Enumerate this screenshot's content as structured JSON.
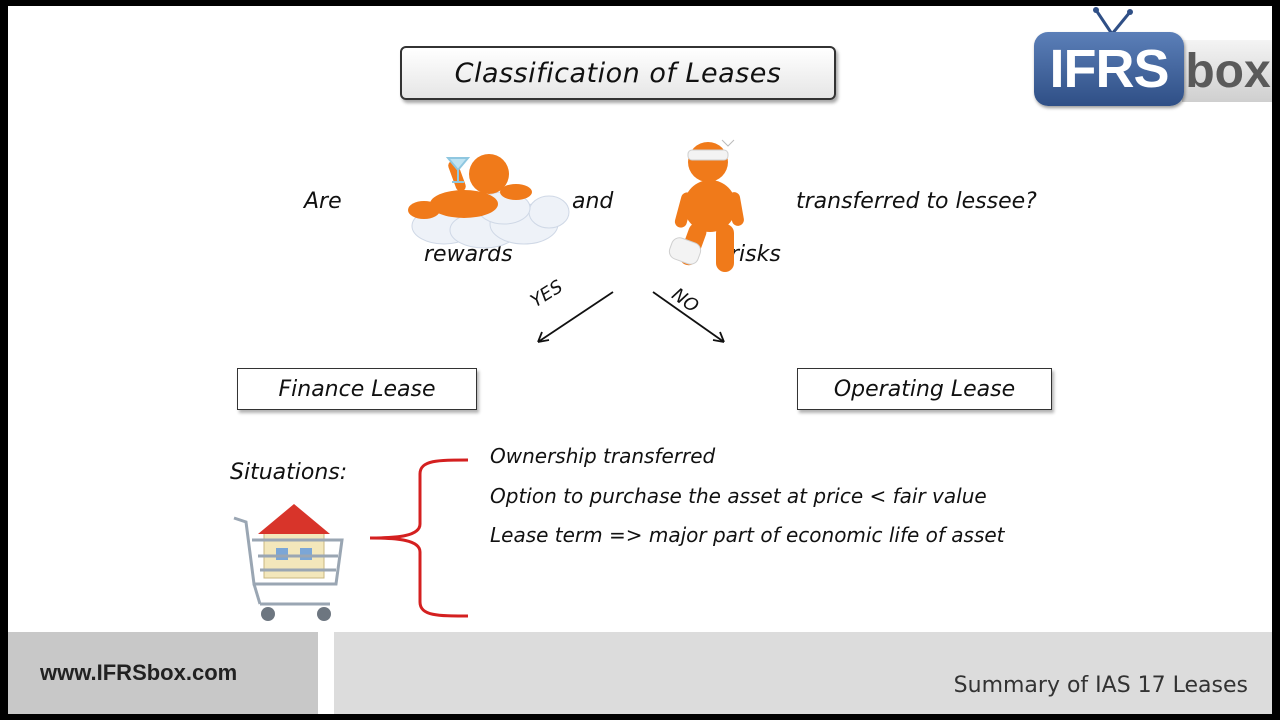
{
  "title": "Classification of Leases",
  "logo": {
    "left_text": "IFRS",
    "right_text": "box"
  },
  "question": {
    "are": "Are",
    "and": "and",
    "transferred": "transferred to lessee?",
    "rewards": "rewards",
    "risks": "risks"
  },
  "branches": {
    "yes": "YES",
    "no": "NO"
  },
  "finance_lease": "Finance Lease",
  "operating_lease": "Operating Lease",
  "situations_label": "Situations:",
  "situations": [
    "Ownership transferred",
    "Option to purchase the asset at price < fair value",
    "Lease term => major part of economic life of asset"
  ],
  "footer": {
    "website": "www.IFRSbox.com",
    "subtitle": "Summary of IAS 17 Leases"
  },
  "colors": {
    "figure": "#f07a1a",
    "brace": "#d42020",
    "logo_blue": "#3d5f99"
  },
  "icons": [
    "man-relaxing-on-cloud-icon",
    "injured-man-icon",
    "house-in-shopping-cart-icon"
  ]
}
